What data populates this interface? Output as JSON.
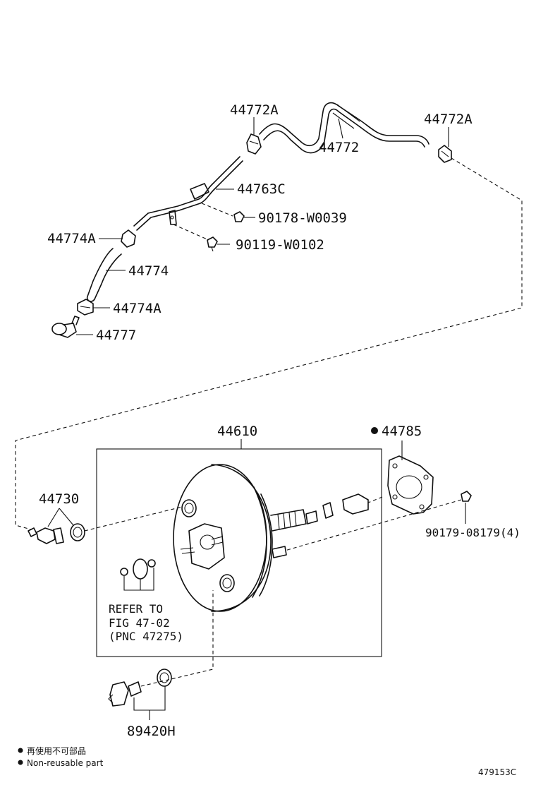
{
  "labels": {
    "p44772a_top": "44772A",
    "p44772": "44772",
    "p44772a_right": "44772A",
    "p44763c": "44763C",
    "p90178": "90178-W0039",
    "p44774a_upper": "44774A",
    "p90119": "90119-W0102",
    "p44774": "44774",
    "p44774a_lower": "44774A",
    "p44777": "44777",
    "p44610": "44610",
    "p44785": "44785",
    "p44730": "44730",
    "p90179": "90179-08179(4)",
    "p89420h": "89420H"
  },
  "refer": {
    "line1": "REFER TO",
    "line2": "FIG 47-02",
    "line3": "(PNC 47275)"
  },
  "legend": {
    "jp": "再使用不可部品",
    "en": "Non-reusable part"
  },
  "figure_id": "479153C"
}
